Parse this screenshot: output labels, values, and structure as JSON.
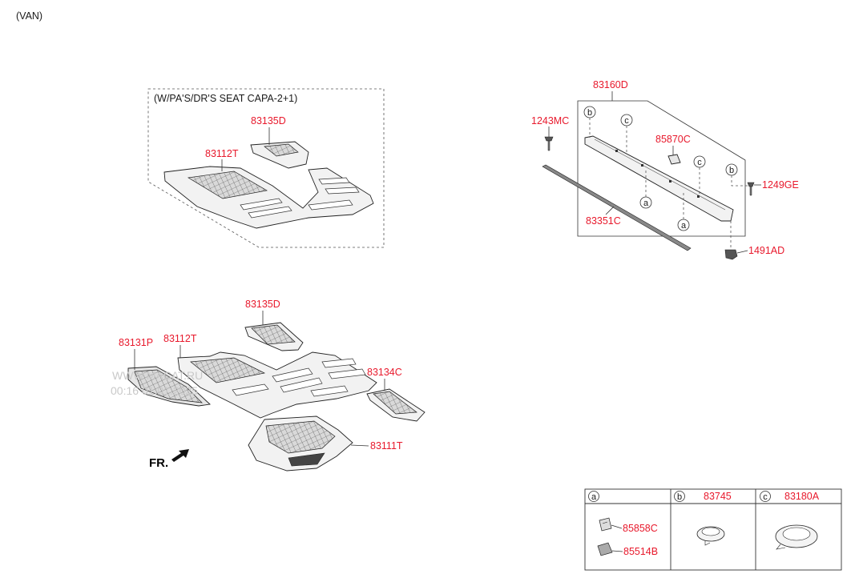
{
  "header": {
    "variant": "(VAN)"
  },
  "inset_box": {
    "title": "(W/PA'S/DR'S SEAT CAPA-2+1)"
  },
  "parts": {
    "p83135D_top": "83135D",
    "p83112T_top": "83112T",
    "p83135D": "83135D",
    "p83112T": "83112T",
    "p83131P": "83131P",
    "p83134C": "83134C",
    "p83111T": "83111T",
    "p83160D": "83160D",
    "p1243MC": "1243MC",
    "p85870C": "85870C",
    "p1249GE": "1249GE",
    "p83351C": "83351C",
    "p1491AD": "1491AD"
  },
  "callouts": {
    "a": "a",
    "b": "b",
    "c": "c"
  },
  "direction": {
    "label": "FR."
  },
  "watermark": {
    "line1": "WWW.MACAT.RU",
    "line2": "00:16 01.01.2025"
  },
  "legend": {
    "cols": [
      {
        "key": "a",
        "part": ""
      },
      {
        "key": "b",
        "part": "83745"
      },
      {
        "key": "c",
        "part": "83180A"
      }
    ],
    "a_items": [
      "85858C",
      "85514B"
    ]
  }
}
